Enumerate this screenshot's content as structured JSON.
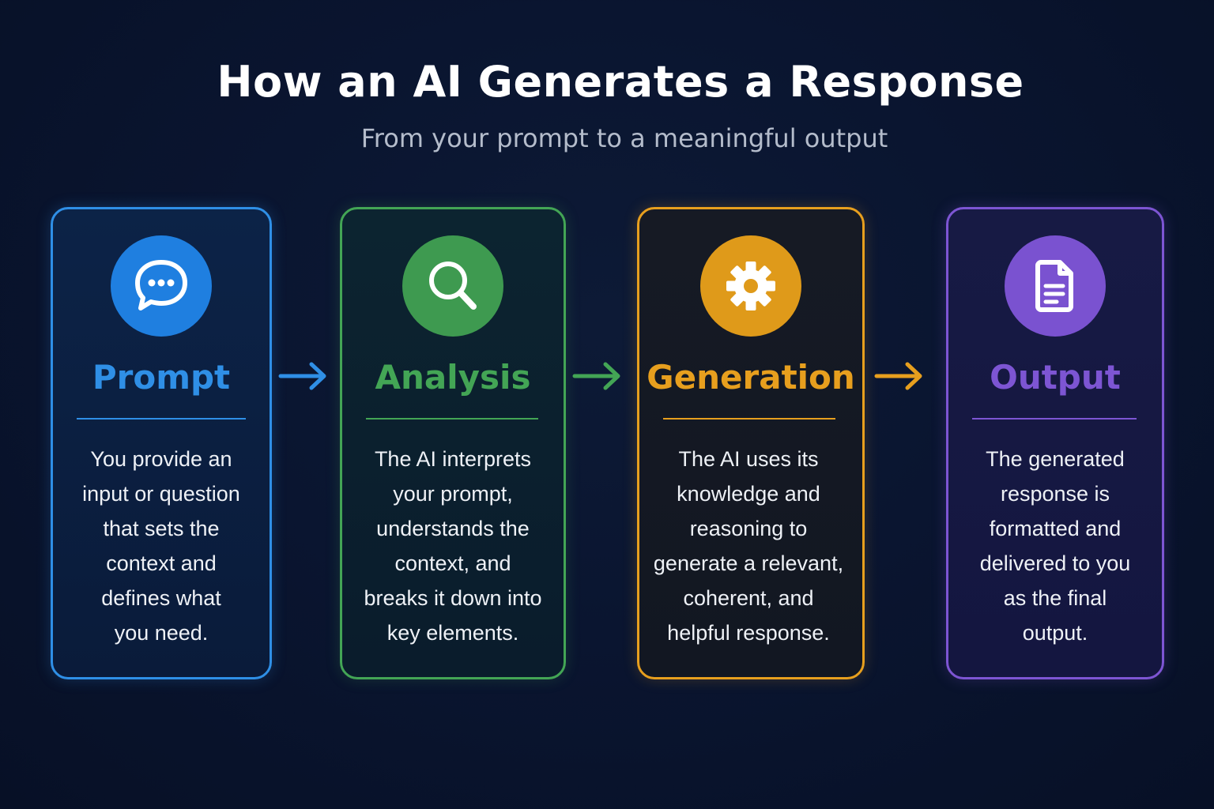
{
  "title": "How an AI Generates a Response",
  "subtitle": "From your prompt to a meaningful output",
  "colors": {
    "prompt": "#2f8fe6",
    "analysis": "#43a555",
    "generation": "#e79f1e",
    "output": "#7d55d3"
  },
  "steps": [
    {
      "name": "Prompt",
      "icon": "chat-bubble-icon",
      "lines": [
        "You provide an",
        "input or question",
        "that sets the",
        "context and",
        "defines what",
        "you need."
      ]
    },
    {
      "name": "Analysis",
      "icon": "magnifier-icon",
      "lines": [
        "The AI interprets",
        "your prompt,",
        "understands the",
        "context, and",
        "breaks it down into",
        "key elements."
      ]
    },
    {
      "name": "Generation",
      "icon": "gear-icon",
      "lines": [
        "The AI uses its",
        "knowledge and",
        "reasoning to",
        "generate a relevant,",
        "coherent, and",
        "helpful response."
      ]
    },
    {
      "name": "Output",
      "icon": "document-icon",
      "lines": [
        "The generated",
        "response is",
        "formatted and",
        "delivered to you",
        "as the final",
        "output."
      ]
    }
  ]
}
